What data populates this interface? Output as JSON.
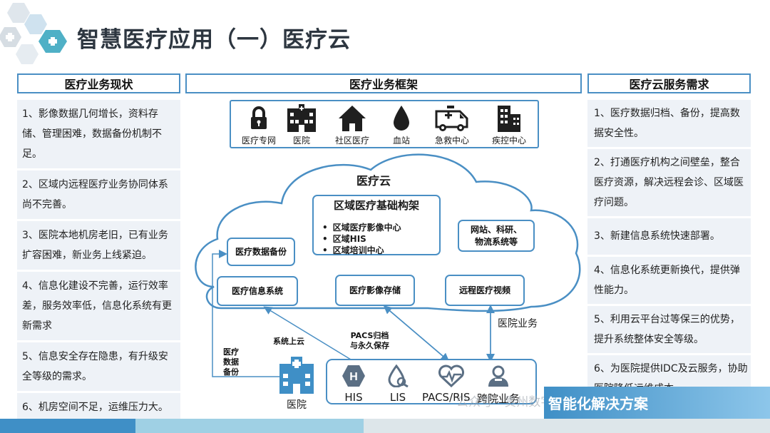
{
  "title": "智慧医疗应用（一）医疗云",
  "columns": {
    "left_header": "医疗业务现状",
    "middle_header": "医疗业务框架",
    "right_header": "医疗云服务需求"
  },
  "left_items": [
    "1、影像数据几何增长，资料存储、管理困难，数据备份机制不足。",
    "2、区域内远程医疗业务协同体系尚不完善。",
    "3、医院本地机房老旧，已有业务扩容困难，新业务上线紧迫。",
    "4、信息化建设不完善，运行效率差，服务效率低，信息化系统有更新需求",
    "5、信息安全存在隐患，有升级安全等级的需求。",
    "6、机房空间不足，运维压力大。"
  ],
  "right_items": [
    "1、医疗数据归档、备份，提高数据安全性。",
    "2、打通医疗机构之间壁垒，整合医疗资源，解决远程会诊、区域医疗问题。",
    "3、新建信息系统快速部署。",
    "4、信息化系统更新换代，提供弹性能力。",
    "5、利用云平台过等保三的优势，提升系统整体安全等级。",
    "6、为医院提供IDC及云服务，协助医院降低运维成本。"
  ],
  "icon_bar": [
    {
      "label": "医疗专网",
      "icon": "lock-icon"
    },
    {
      "label": "医院",
      "icon": "hospital-building-icon"
    },
    {
      "label": "社区医疗",
      "icon": "house-icon"
    },
    {
      "label": "血站",
      "icon": "blood-drop-icon"
    },
    {
      "label": "急救中心",
      "icon": "ambulance-icon"
    },
    {
      "label": "疾控中心",
      "icon": "office-building-icon"
    }
  ],
  "cloud": {
    "title": "医疗云",
    "core_title": "区域医疗基础构架",
    "core_items": [
      "区域医疗影像中心",
      "区域HIS",
      "区域培训中心"
    ],
    "boxes": {
      "backup": "医疗数据备份",
      "web": "网站、科研、\n物流系统等",
      "his_sys": "医疗信息系统",
      "image_store": "医疗影像存储",
      "remote_video": "远程医疗视频"
    }
  },
  "labels": {
    "backup_side": "医疗\n数据\n备份",
    "to_cloud": "系统上云",
    "pacs_archive": "PACS归档\n与永久保存",
    "hospital_business": "医院业务"
  },
  "hospital": {
    "label": "医院",
    "systems": [
      "HIS",
      "LIS",
      "PACS/RIS",
      "跨院业务"
    ]
  },
  "watermark": "公众号 · 贵州数字智慧城市",
  "banner": "智能化解决方案",
  "colors": {
    "accent": "#4a8fc4",
    "panel_bg": "#eef2f7",
    "icon_dark": "#1f1f1f",
    "hospital_blue": "#3f8fc6",
    "bottom_bar": [
      "#3f8fc6",
      "#9fd0e4",
      "#dde6ea"
    ]
  }
}
